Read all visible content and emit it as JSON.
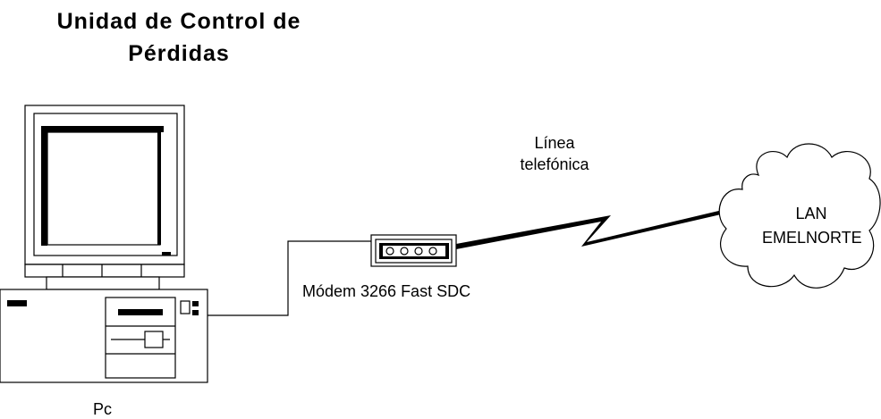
{
  "title": {
    "line1": "Unidad de Control de",
    "line2": "Pérdidas"
  },
  "labels": {
    "phone_line_1": "Línea",
    "phone_line_2": "telefónica",
    "modem": "Módem 3266 Fast SDC",
    "lan_1": "LAN",
    "lan_2": "EMELNORTE",
    "pc": "Pc"
  }
}
